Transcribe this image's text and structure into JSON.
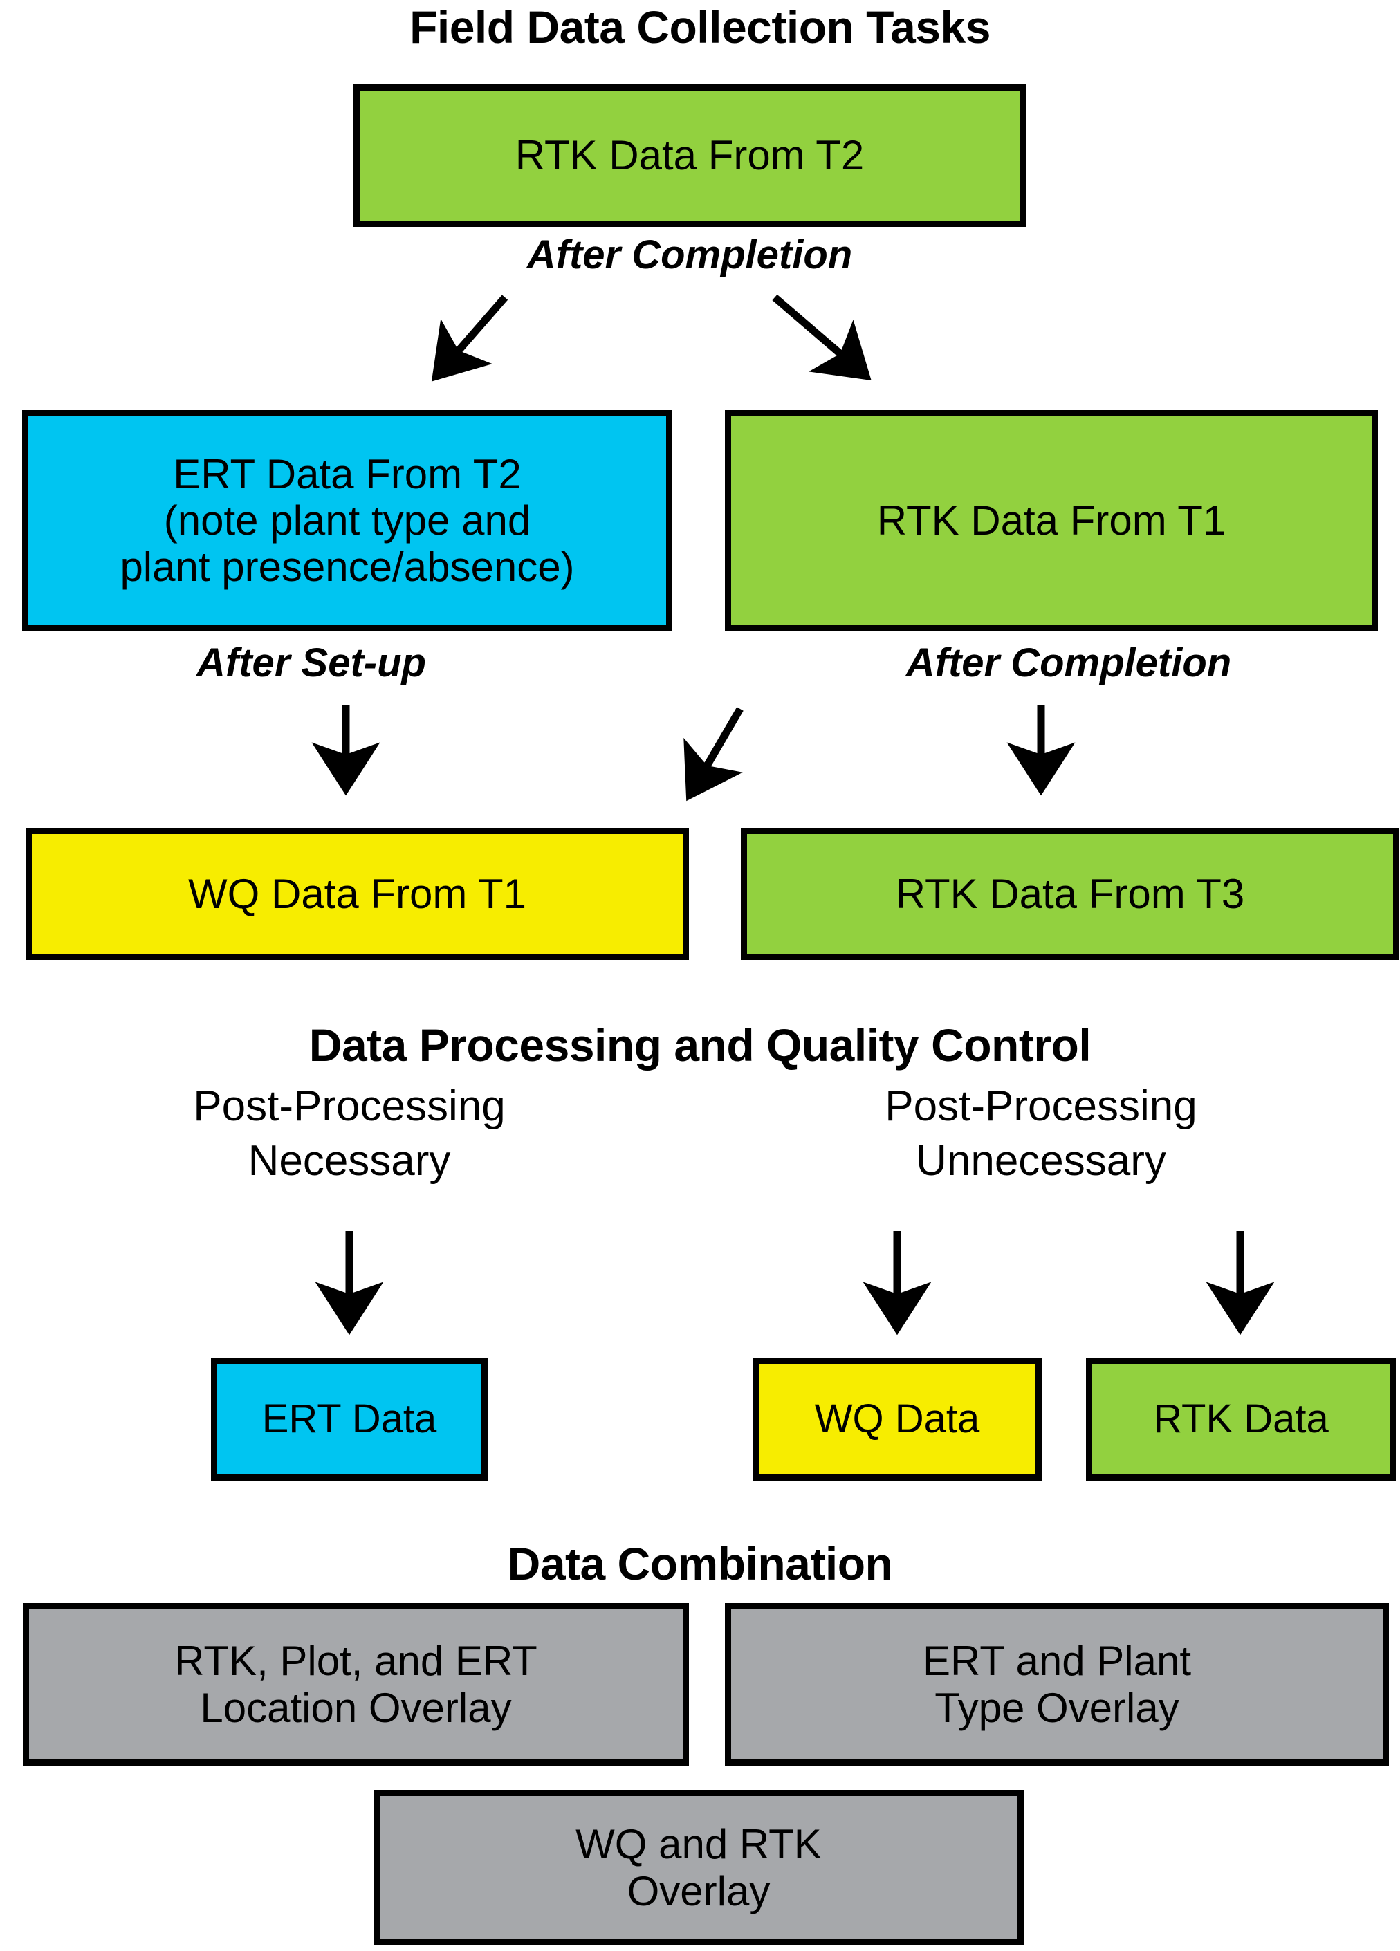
{
  "colors": {
    "green": "#92D13F",
    "cyan": "#00C5F1",
    "yellow": "#F7ED00",
    "gray": "#A6A8AB",
    "outline": "#000000",
    "background": "#FFFFFF",
    "text": "#000000"
  },
  "sections": {
    "field": {
      "title": "Field Data Collection Tasks"
    },
    "processing": {
      "title": "Data Processing and Quality Control"
    },
    "combination": {
      "title": "Data Combination"
    }
  },
  "nodes": {
    "rtk_t2": {
      "label": "RTK Data From T2",
      "color": "green"
    },
    "ert_t2": {
      "label": "ERT Data From T2\n(note plant type and\nplant presence/absence)",
      "color": "cyan"
    },
    "rtk_t1": {
      "label": "RTK Data From T1",
      "color": "green"
    },
    "wq_t1": {
      "label": "WQ Data From T1",
      "color": "yellow"
    },
    "rtk_t3": {
      "label": "RTK Data From T3",
      "color": "green"
    },
    "ert_data": {
      "label": "ERT Data",
      "color": "cyan"
    },
    "wq_data": {
      "label": "WQ Data",
      "color": "yellow"
    },
    "rtk_data": {
      "label": "RTK Data",
      "color": "green"
    },
    "combo_rtk_plot_ert": {
      "label": "RTK, Plot, and ERT\nLocation Overlay",
      "color": "gray"
    },
    "combo_ert_plant": {
      "label": "ERT and Plant\nType Overlay",
      "color": "gray"
    },
    "combo_wq_rtk": {
      "label": "WQ and RTK\nOverlay",
      "color": "gray"
    }
  },
  "edge_labels": {
    "after_completion_top": "After Completion",
    "after_setup": "After Set-up",
    "after_completion_mid": "After Completion"
  },
  "process_labels": {
    "necessary": "Post-Processing\nNecessary",
    "unnecessary": "Post-Processing\nUnnecessary"
  },
  "flow": {
    "edges": [
      {
        "from": "rtk_t2",
        "to": "ert_t2",
        "label": "After Completion"
      },
      {
        "from": "rtk_t2",
        "to": "rtk_t1",
        "label": "After Completion"
      },
      {
        "from": "ert_t2",
        "to": "wq_t1",
        "label": "After Set-up"
      },
      {
        "from": "rtk_t1",
        "to": "rtk_t3",
        "label": "After Completion"
      },
      {
        "from": "rtk_t1",
        "to": "wq_t1",
        "label": ""
      },
      {
        "from": "ert_t2",
        "to": "ert_data",
        "label": "Post-Processing Necessary"
      },
      {
        "from": "wq_t1",
        "to": "wq_data",
        "label": "Post-Processing Unnecessary"
      },
      {
        "from": "rtk_t3",
        "to": "rtk_data",
        "label": "Post-Processing Unnecessary"
      }
    ]
  }
}
